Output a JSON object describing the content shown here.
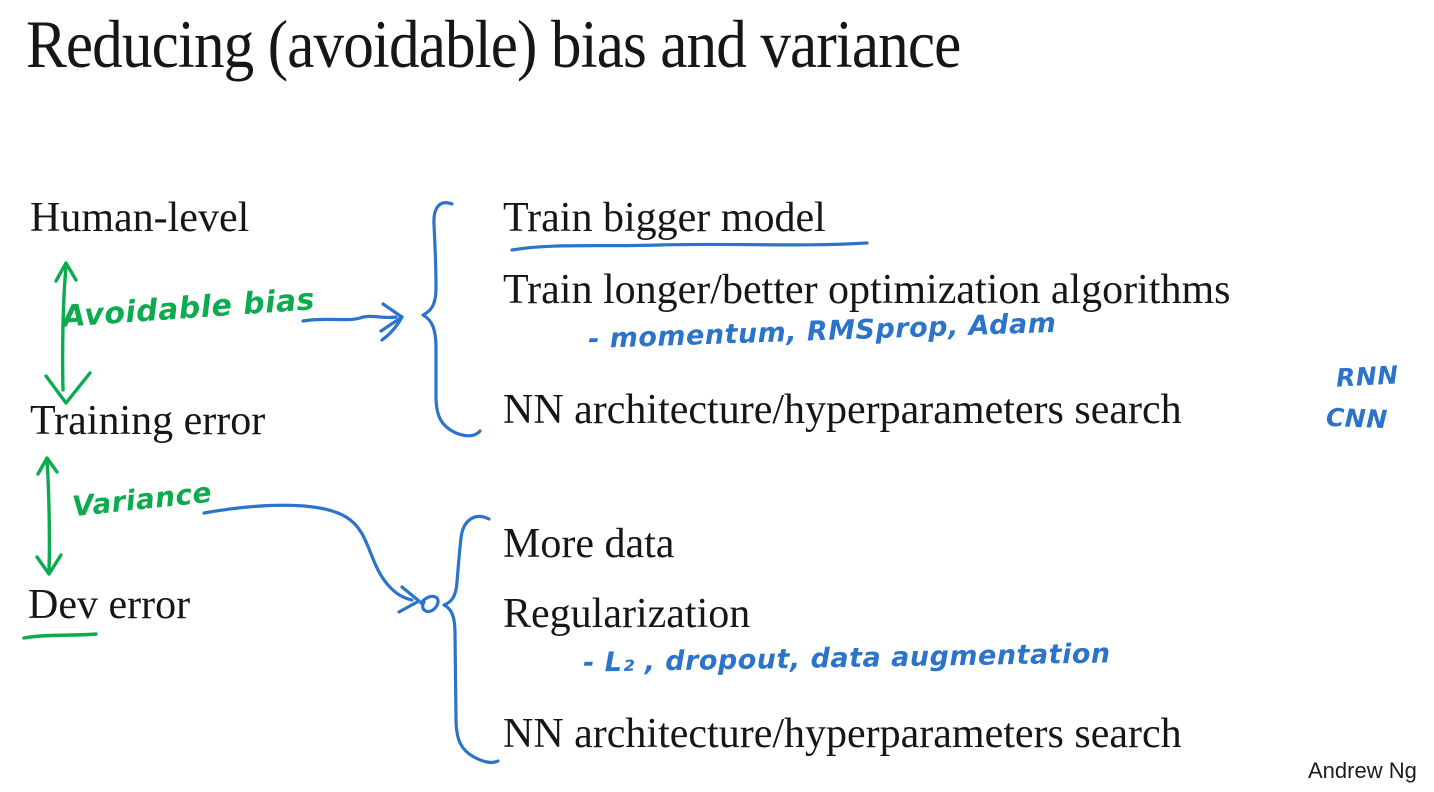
{
  "slide": {
    "title": "Reducing (avoidable) bias and variance",
    "footer": "Andrew Ng"
  },
  "left_column": {
    "levels": [
      "Human-level",
      "Training error",
      "Dev error"
    ],
    "gaps": [
      {
        "label": "Avoidable bias"
      },
      {
        "label": "Variance"
      }
    ]
  },
  "bias_remedies": {
    "items": [
      {
        "text": "Train bigger model",
        "underlined": true
      },
      {
        "text": "Train longer/better optimization algorithms",
        "note": "- momentum, RMSprop, Adam"
      },
      {
        "text": "NN architecture/hyperparameters search",
        "side_notes": [
          "RNN",
          "CNN"
        ]
      }
    ]
  },
  "variance_remedies": {
    "items": [
      {
        "text": "More data"
      },
      {
        "text": "Regularization",
        "note": "- L₂ , dropout, data augmentation"
      },
      {
        "text": "NN architecture/hyperparameters search"
      }
    ]
  },
  "colors": {
    "ink": "#161616",
    "annotation_green": "#0cab4f",
    "annotation_blue": "#2b74c9"
  }
}
